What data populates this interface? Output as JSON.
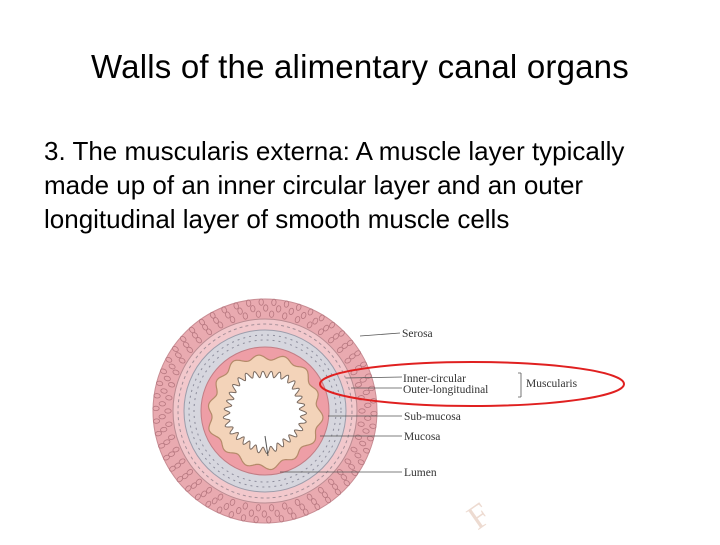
{
  "slide": {
    "title": "Walls of the alimentary canal organs",
    "body": "3. The muscularis externa: A muscle layer typically made up of an inner circular layer and an outer longitudinal layer of smooth muscle cells"
  },
  "diagram": {
    "labels": {
      "serosa": "Serosa",
      "inner_circular": "Inner-circular",
      "outer_longitudinal": "Outer-longitudinal",
      "muscularis": "Muscularis",
      "sub_mucosa": "Sub-mucosa",
      "mucosa": "Mucosa",
      "lumen": "Lumen"
    },
    "colors": {
      "serosa": "#e9aab0",
      "outer_longitudinal": "#f2c8cc",
      "inner_circular": "#d6d6de",
      "submucosa": "#ee9ea6",
      "mucosa": "#f3d3b9",
      "highlight": "#e02020"
    }
  }
}
